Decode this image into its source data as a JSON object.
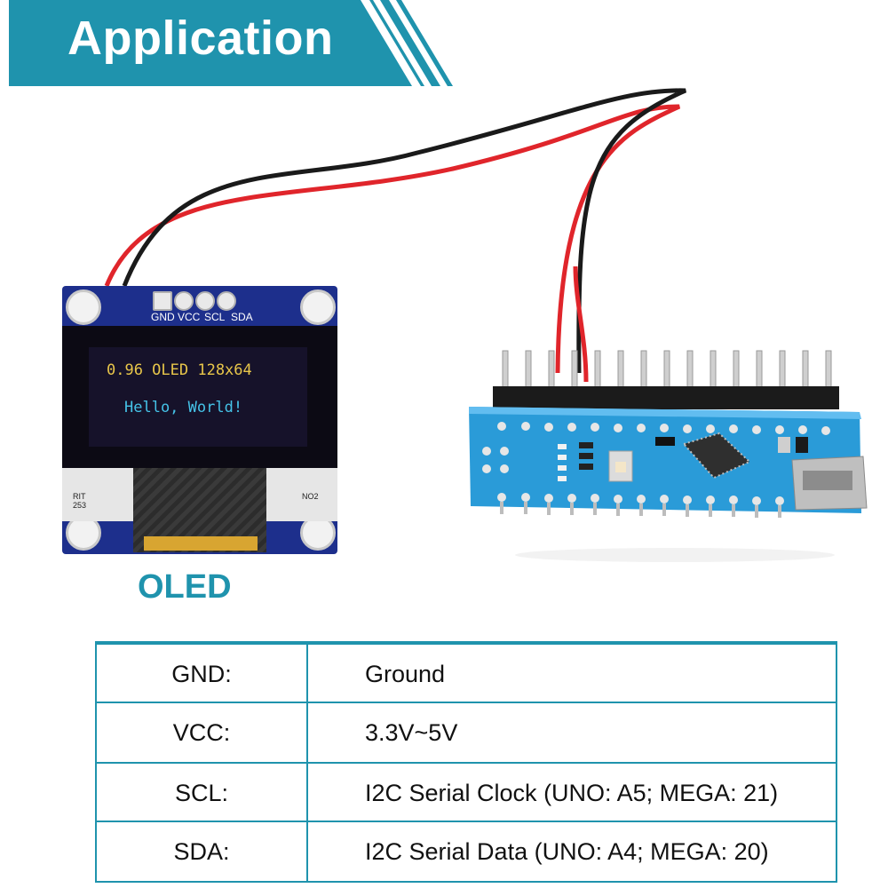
{
  "banner": {
    "title": "Application",
    "color": "#1f93ad"
  },
  "oled": {
    "pin_labels": [
      "GND",
      "VCC",
      "SCL",
      "SDA"
    ],
    "screen_line1": "0.96 OLED 128x64",
    "screen_line2": "Hello, World!",
    "silk_left_1": "RIT",
    "silk_left_2": "253",
    "silk_right": "NO2",
    "caption": "OLED"
  },
  "pin_table": {
    "rows": [
      {
        "name": "GND:",
        "description": "Ground"
      },
      {
        "name": "VCC:",
        "description": "3.3V~5V"
      },
      {
        "name": "SCL:",
        "description": "I2C Serial Clock (UNO: A5; MEGA: 21)"
      },
      {
        "name": "SDA:",
        "description": "I2C Serial Data (UNO: A4; MEGA: 20)"
      }
    ],
    "border_color": "#1f93ad"
  }
}
